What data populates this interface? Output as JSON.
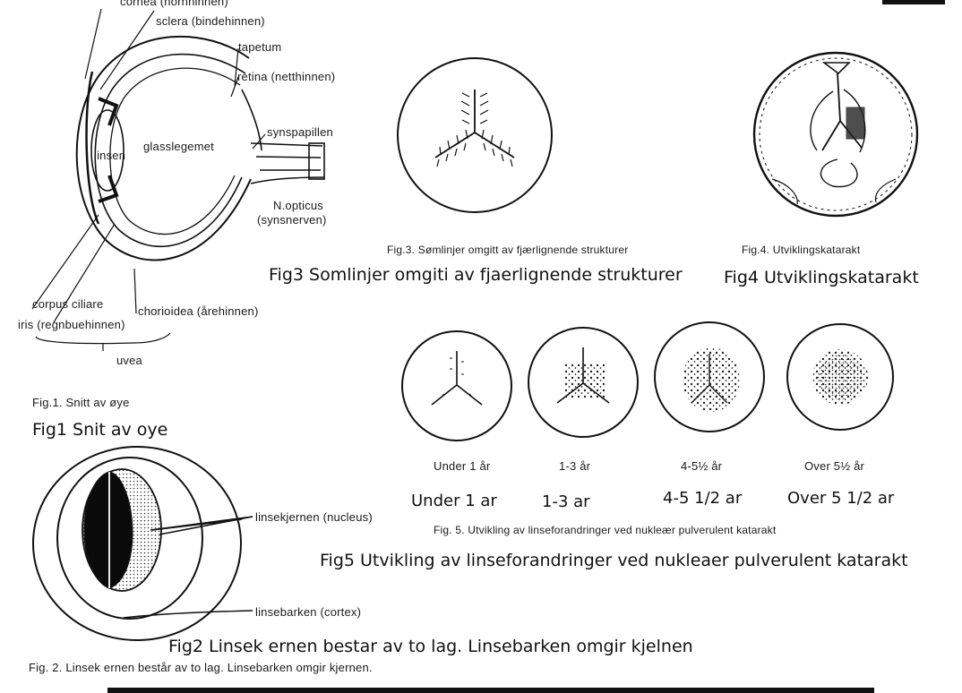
{
  "fig1": {
    "labels": {
      "cornea": "cornea (hornhinnen)",
      "sclera": "sclera (bindehinnen)",
      "tapetum": "tapetum",
      "retina": "retina (netthinnen)",
      "synspapillen": "synspapillen",
      "glasslegemet": "glasslegemet",
      "linsen": "linsen",
      "nopticus": "N.opticus",
      "synsnerven": "(synsnerven)",
      "corpus": "corpus ciliare",
      "iris": "iris (regnbuehinnen)",
      "chorioidea": "chorioidea (årehinnen)",
      "uvea": "uvea"
    },
    "caption_scan": "Fig.1. Snitt av øye",
    "caption": "Fig1 Snit av oye"
  },
  "fig2": {
    "labels": {
      "nucleus": "linsekjernen (nucleus)",
      "cortex": "linsebarken (cortex)"
    },
    "caption": "Fig2 Linsek ernen bestar av to lag. Linsebarken omgir kjelnen",
    "caption_scan": "Fig. 2. Linsek ernen består av to lag. Linsebarken omgir kjernen."
  },
  "fig3": {
    "caption_scan": "Fig.3. Sømlinjer omgitt av fjærlignende strukturer",
    "caption": "Fig3 Somlinjer omgiti av fjaerlignende strukturer"
  },
  "fig4": {
    "caption_scan": "Fig.4. Utviklingskatarakt",
    "caption": "Fig4 Utviklingskatarakt"
  },
  "fig5": {
    "stages": [
      {
        "scan": "Under 1 år",
        "label": "Under 1 ar"
      },
      {
        "scan": "1-3 år",
        "label": "1-3 ar"
      },
      {
        "scan": "4-5½ år",
        "label": "4-5 1/2 ar"
      },
      {
        "scan": "Over 5½ år",
        "label": "Over 5 1/2 ar"
      }
    ],
    "caption_scan": "Fig. 5. Utvikling av linseforandringer ved nukleær pulverulent katarakt",
    "caption": "Fig5 Utvikling av linseforandringer ved nukleaer pulverulent katarakt"
  }
}
